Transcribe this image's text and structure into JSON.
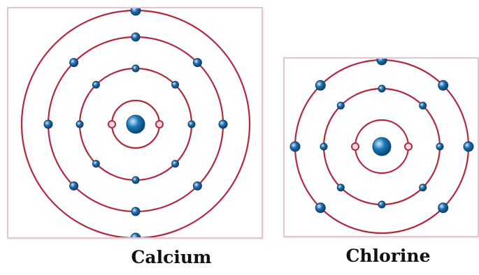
{
  "colors": {
    "orbit": "#b3283f",
    "electron": "#1d6db0",
    "inner_electron": "#b3283f",
    "nucleus": "#1a78b9"
  },
  "atoms": [
    {
      "id": "calcium",
      "label": "Calcium",
      "shells": [
        2,
        8,
        8,
        2
      ]
    },
    {
      "id": "chlorine",
      "label": "Chlorine",
      "shells": [
        2,
        8,
        7
      ]
    }
  ]
}
